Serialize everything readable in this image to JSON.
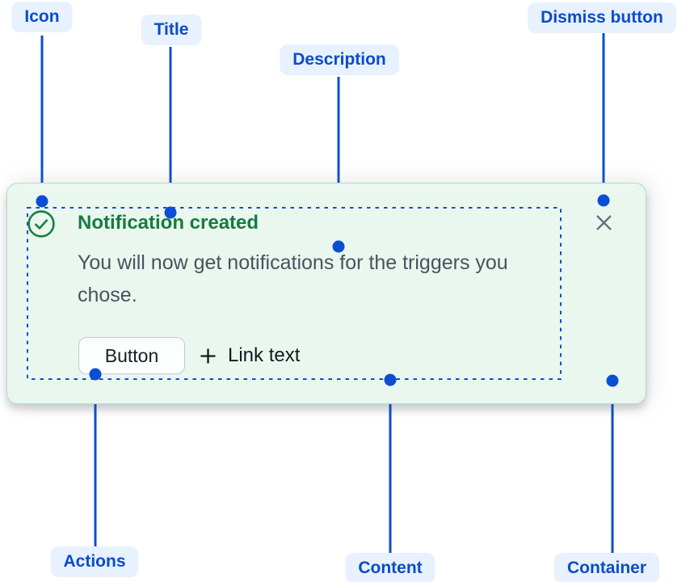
{
  "annotations": {
    "icon": "Icon",
    "title": "Title",
    "description": "Description",
    "dismiss": "Dismiss button",
    "actions": "Actions",
    "content": "Content",
    "container": "Container"
  },
  "flag": {
    "title": "Notification created",
    "description": "You will now get notifications for the triggers you chose.",
    "button_label": "Button",
    "link_label": "Link text"
  },
  "icons": {
    "success": "check-circle",
    "plus": "+",
    "close": "✕"
  },
  "colors": {
    "annotation_blue": "#0B4ED1",
    "annotation_pill_bg": "#E8F1FE",
    "annotation_text": "#0A4CC9",
    "success_green": "#177B40",
    "card_background": "#E9F7EF",
    "card_border": "#B2DEC3",
    "description_text": "#4A525E",
    "dismiss_gray": "#676E79",
    "content_outline": "#0D4FD2"
  }
}
